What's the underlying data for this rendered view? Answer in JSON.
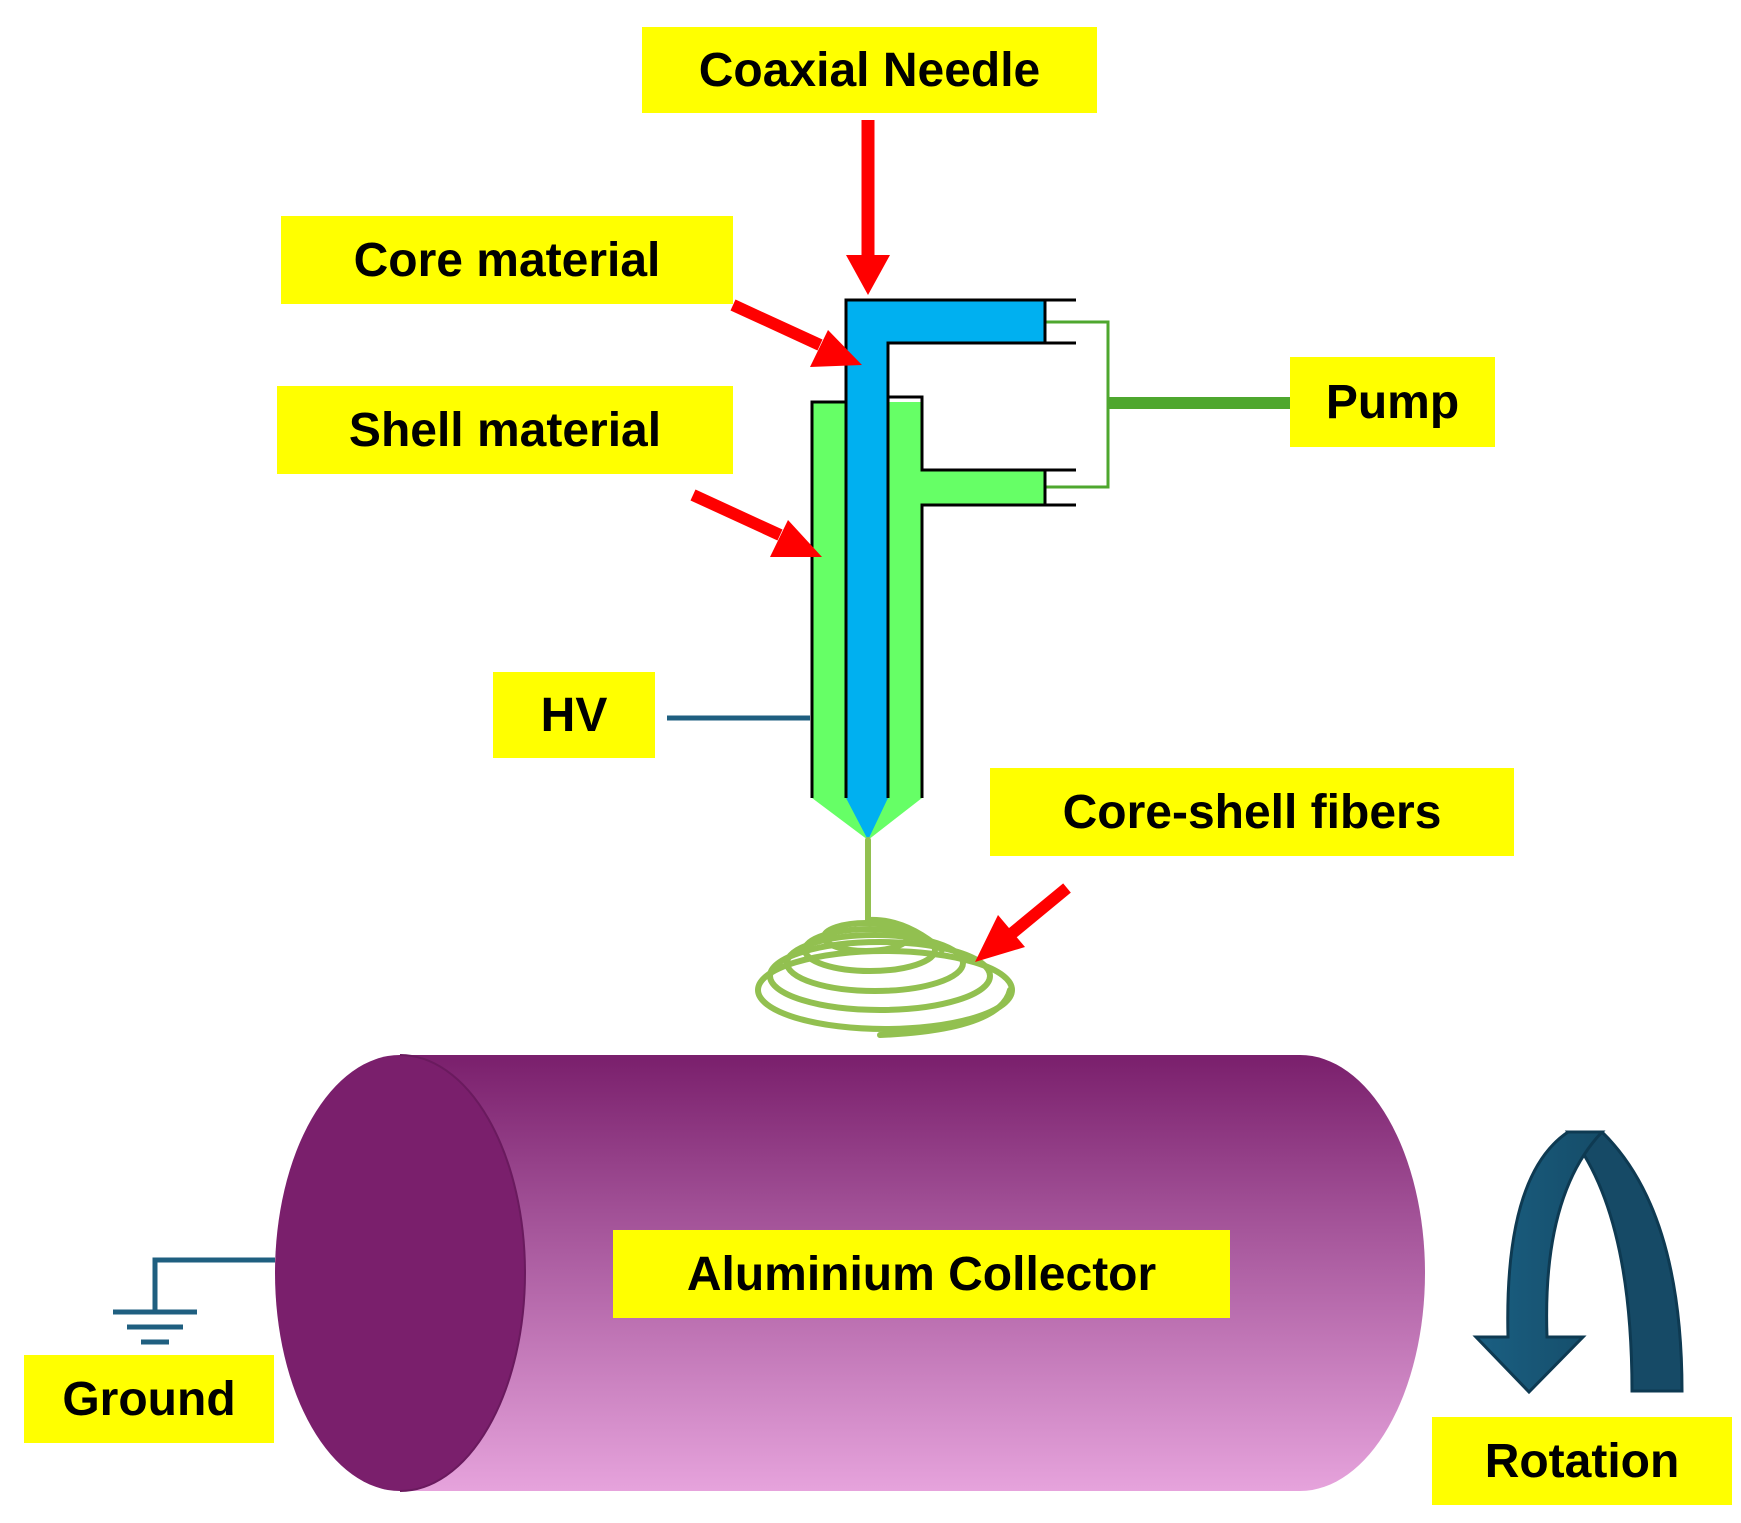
{
  "labels": {
    "coaxial_needle": "Coaxial Needle",
    "core_material": "Core material",
    "shell_material": "Shell material",
    "pump": "Pump",
    "hv": "HV",
    "core_shell_fibers": "Core-shell fibers",
    "aluminium_collector": "Aluminium Collector",
    "ground": "Ground",
    "rotation": "Rotation"
  },
  "colors": {
    "label_background": "#ffff00",
    "arrow": "#ff0000",
    "core": "#00b0f0",
    "shell": "#66ff66",
    "pump_line": "#4ea72e",
    "hv_wire": "#1f5f80",
    "fiber": "#92c050",
    "collector_dark": "#7a1f6c",
    "collector_light": "#e6a3dc",
    "rotation_arrow": "#1e5c7c"
  }
}
